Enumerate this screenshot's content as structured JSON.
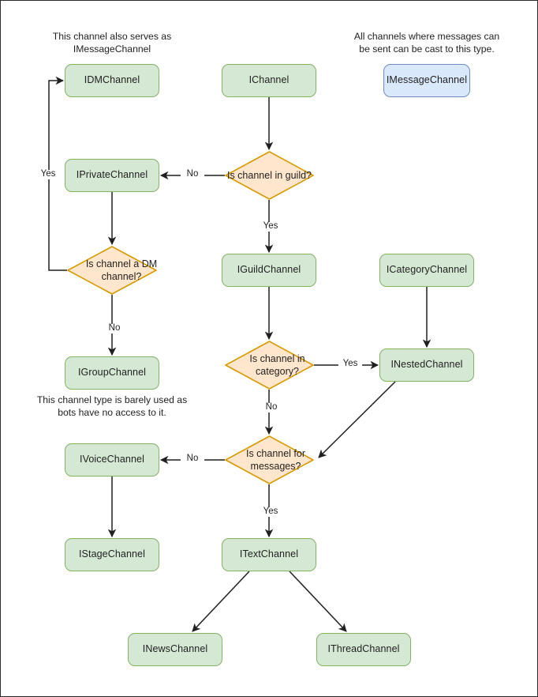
{
  "diagram": {
    "title": "Discord channel interface decision flowchart",
    "colors": {
      "green_fill": "#d5e8d4",
      "green_border": "#82b366",
      "orange_fill": "#ffe6cc",
      "orange_border": "#d79b00",
      "blue_fill": "#dae8fc",
      "blue_border": "#6c8ebf",
      "edge": "#1f1f1f",
      "background": "#ffffff"
    },
    "notes": [
      {
        "id": "note-dm",
        "text": "This channel also serves as IMessageChannel"
      },
      {
        "id": "note-message",
        "text": "All channels where messages can be sent can be cast to this type."
      },
      {
        "id": "note-group",
        "text": "This channel type is barely used as bots have no access to it."
      }
    ],
    "nodes": [
      {
        "id": "idmchannel",
        "label": "IDMChannel",
        "shape": "box",
        "color": "green"
      },
      {
        "id": "ichannel",
        "label": "IChannel",
        "shape": "box",
        "color": "green"
      },
      {
        "id": "imessagechannel",
        "label": "IMessageChannel",
        "shape": "box",
        "color": "blue"
      },
      {
        "id": "iprivatechannel",
        "label": "IPrivateChannel",
        "shape": "box",
        "color": "green"
      },
      {
        "id": "is-channel-in-guild",
        "label": "Is channel in guild?",
        "shape": "diamond",
        "color": "orange"
      },
      {
        "id": "is-channel-a-dm-channel",
        "label": "Is channel a DM channel?",
        "shape": "diamond",
        "color": "orange"
      },
      {
        "id": "iguildchannel",
        "label": "IGuildChannel",
        "shape": "box",
        "color": "green"
      },
      {
        "id": "icategorychannel",
        "label": "ICategoryChannel",
        "shape": "box",
        "color": "green"
      },
      {
        "id": "igroupchannel",
        "label": "IGroupChannel",
        "shape": "box",
        "color": "green"
      },
      {
        "id": "is-channel-in-category",
        "label": "Is channel in category?",
        "shape": "diamond",
        "color": "orange"
      },
      {
        "id": "inestedchannel",
        "label": "INestedChannel",
        "shape": "box",
        "color": "green"
      },
      {
        "id": "ivoicechannel",
        "label": "IVoiceChannel",
        "shape": "box",
        "color": "green"
      },
      {
        "id": "is-channel-for-messages",
        "label": "Is channel for messages?",
        "shape": "diamond",
        "color": "orange"
      },
      {
        "id": "istagechannel",
        "label": "IStageChannel",
        "shape": "box",
        "color": "green"
      },
      {
        "id": "itextchannel",
        "label": "ITextChannel",
        "shape": "box",
        "color": "green"
      },
      {
        "id": "inewschannel",
        "label": "INewsChannel",
        "shape": "box",
        "color": "green"
      },
      {
        "id": "ithreadchannel",
        "label": "IThreadChannel",
        "shape": "box",
        "color": "green"
      }
    ],
    "edge_labels": {
      "guild_no": "No",
      "guild_yes": "Yes",
      "dm_yes": "Yes",
      "dm_no": "No",
      "category_yes": "Yes",
      "category_no": "No",
      "messages_no": "No",
      "messages_yes": "Yes"
    },
    "edges": [
      {
        "from": "ichannel",
        "to": "is-channel-in-guild",
        "label": ""
      },
      {
        "from": "is-channel-in-guild",
        "to": "iprivatechannel",
        "label": "No"
      },
      {
        "from": "is-channel-in-guild",
        "to": "iguildchannel",
        "label": "Yes"
      },
      {
        "from": "iprivatechannel",
        "to": "is-channel-a-dm-channel",
        "label": ""
      },
      {
        "from": "is-channel-a-dm-channel",
        "to": "idmchannel",
        "label": "Yes"
      },
      {
        "from": "is-channel-a-dm-channel",
        "to": "igroupchannel",
        "label": "No"
      },
      {
        "from": "iguildchannel",
        "to": "is-channel-in-category",
        "label": ""
      },
      {
        "from": "is-channel-in-category",
        "to": "inestedchannel",
        "label": "Yes"
      },
      {
        "from": "is-channel-in-category",
        "to": "is-channel-for-messages",
        "label": "No"
      },
      {
        "from": "icategorychannel",
        "to": "inestedchannel",
        "label": ""
      },
      {
        "from": "inestedchannel",
        "to": "is-channel-for-messages",
        "label": ""
      },
      {
        "from": "is-channel-for-messages",
        "to": "ivoicechannel",
        "label": "No"
      },
      {
        "from": "is-channel-for-messages",
        "to": "itextchannel",
        "label": "Yes"
      },
      {
        "from": "ivoicechannel",
        "to": "istagechannel",
        "label": ""
      },
      {
        "from": "itextchannel",
        "to": "inewschannel",
        "label": ""
      },
      {
        "from": "itextchannel",
        "to": "ithreadchannel",
        "label": ""
      }
    ]
  }
}
